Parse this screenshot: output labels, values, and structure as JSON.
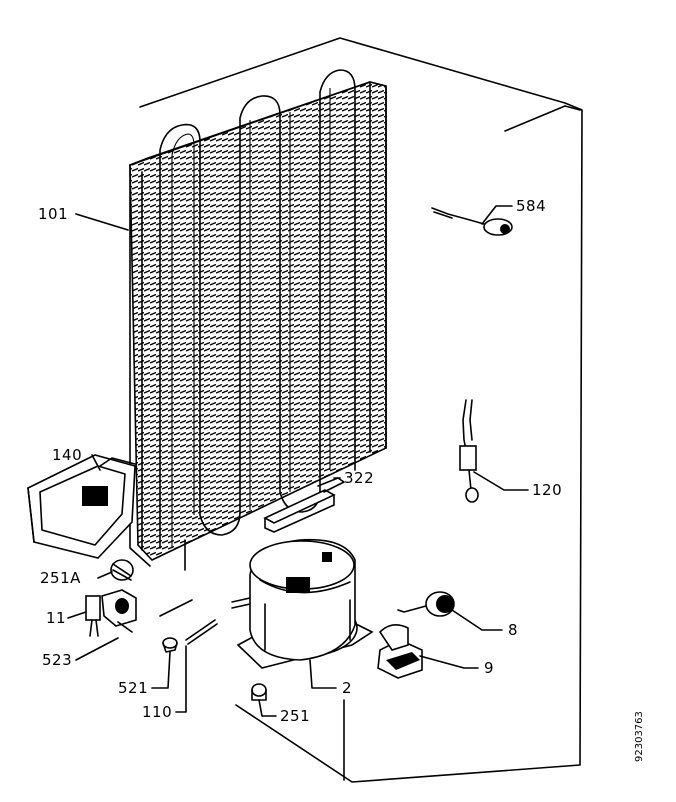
{
  "labels": {
    "p101": "101",
    "p584": "584",
    "p140": "140",
    "p322": "322",
    "p120": "120",
    "p251a": "251A",
    "p11": "11",
    "p523": "523",
    "p8": "8",
    "p9": "9",
    "p521": "521",
    "p2": "2",
    "p110": "110",
    "p251": "251"
  },
  "reference_number": "92303763"
}
